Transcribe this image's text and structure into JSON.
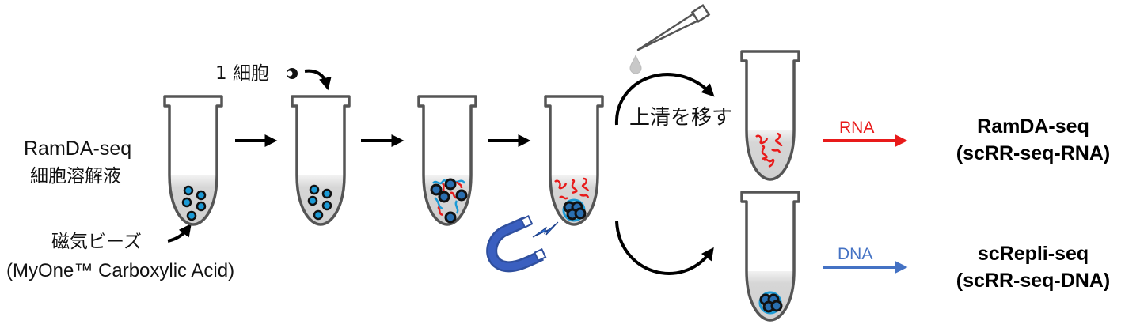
{
  "input": {
    "title": "RamDA-seq",
    "subtitle": "細胞溶解液"
  },
  "beads": {
    "label": "磁気ビーズ",
    "product": "(MyOne™ Carboxylic Acid)"
  },
  "cell_label": "1 細胞",
  "transfer_label": "上清を移す",
  "rna_branch": {
    "arrow_label": "RNA",
    "method": "RamDA-seq",
    "method_sub": "(scRR-seq-RNA)",
    "color": "#e81a1a"
  },
  "dna_branch": {
    "arrow_label": "DNA",
    "method": "scRepli-seq",
    "method_sub": "(scRR-seq-DNA)",
    "color": "#4472c4"
  }
}
